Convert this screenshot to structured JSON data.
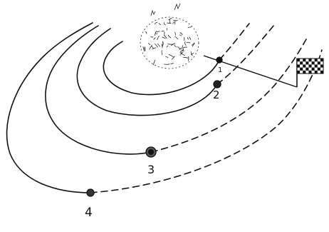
{
  "markers": [
    {
      "label": "1"
    },
    {
      "label": "2"
    },
    {
      "label": "3"
    },
    {
      "label": "4"
    }
  ],
  "colors": {
    "ink": "#111111",
    "paper": "#ffffff"
  },
  "icons": [
    "sun-icon",
    "checkered-flag-icon"
  ]
}
